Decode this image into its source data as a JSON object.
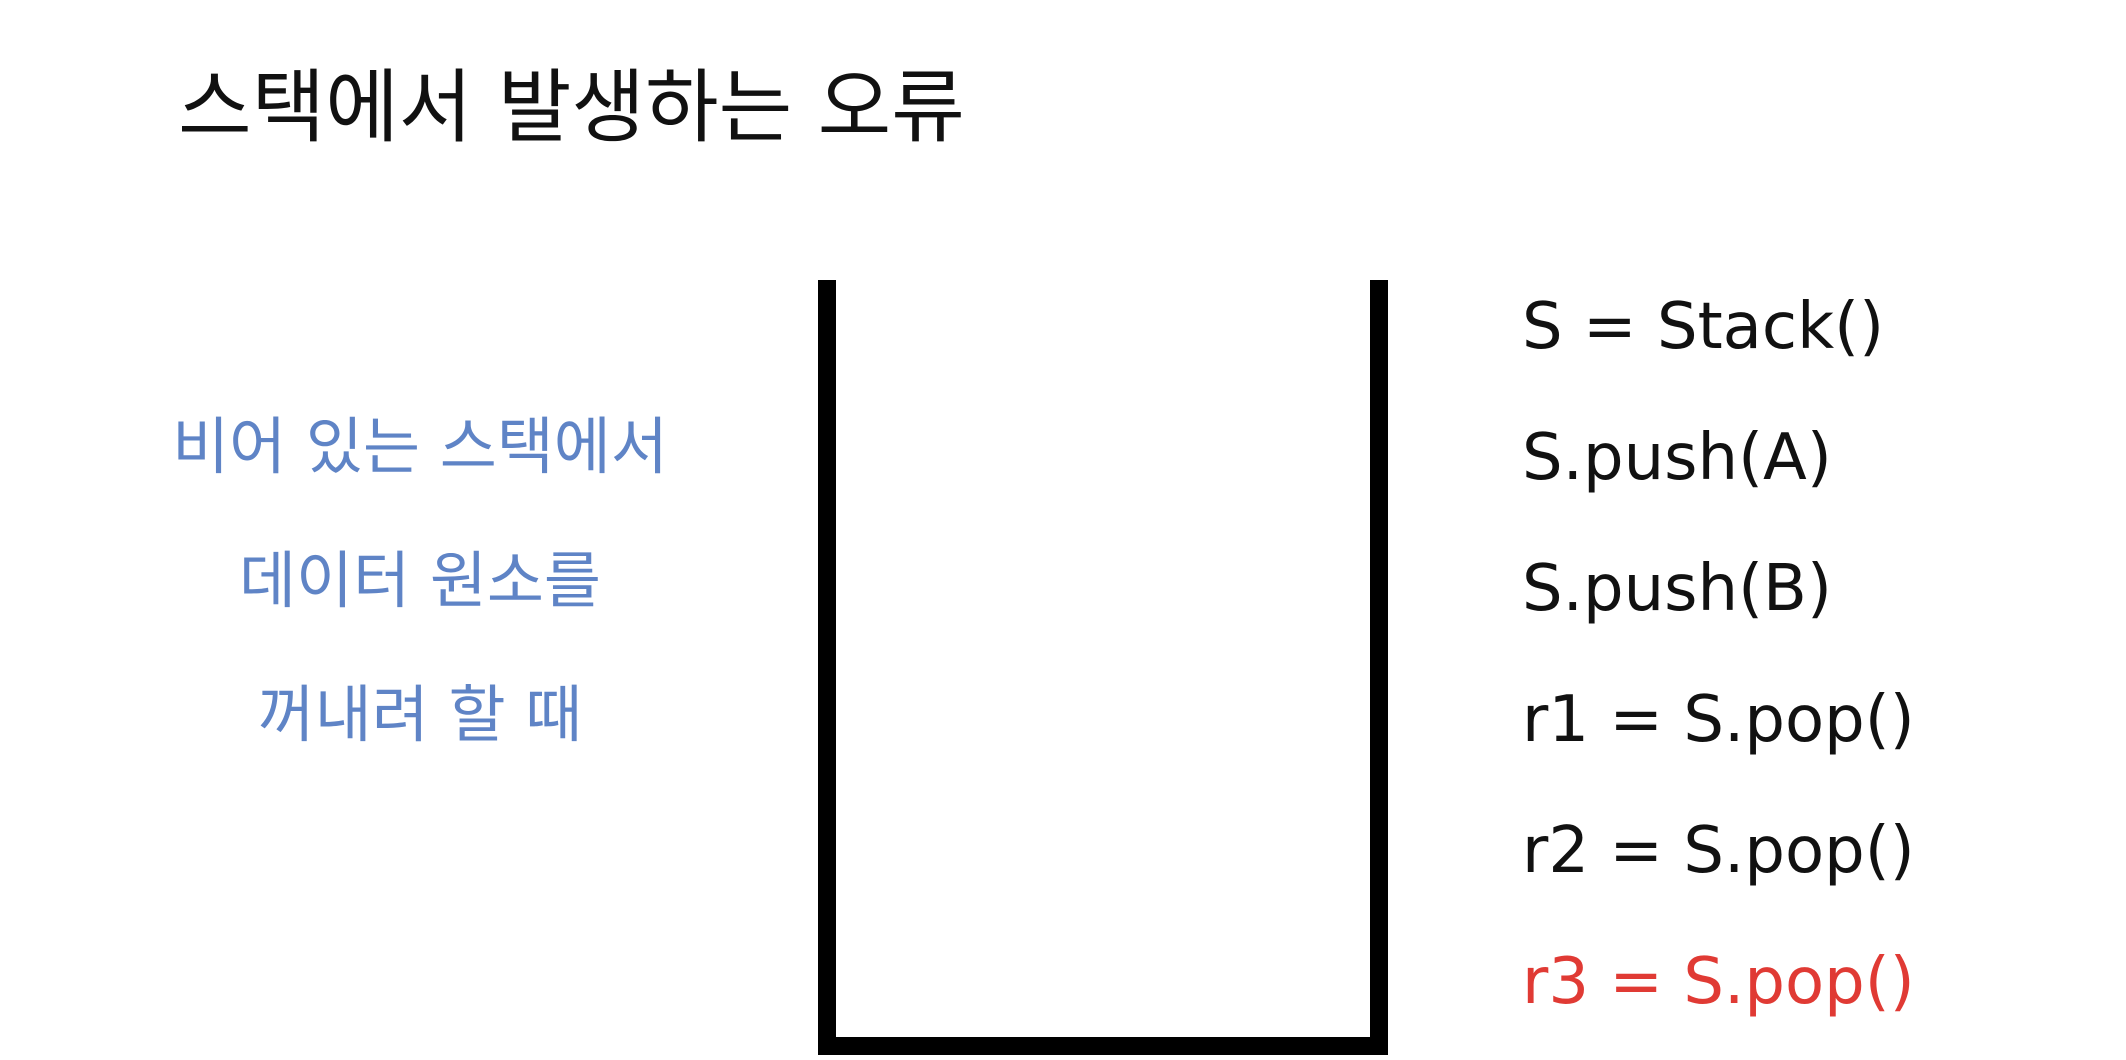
{
  "title": "스택에서 발생하는 오류",
  "description": {
    "lines": [
      "비어 있는 스택에서",
      "데이터 원소를",
      "꺼내려 할 때"
    ],
    "color": "#5f84c6"
  },
  "code": {
    "lines": [
      {
        "text": "S = Stack()",
        "status": "normal"
      },
      {
        "text": "S.push(A)",
        "status": "normal"
      },
      {
        "text": "S.push(B)",
        "status": "normal"
      },
      {
        "text": "r1 = S.pop()",
        "status": "normal"
      },
      {
        "text": "r2 = S.pop()",
        "status": "normal"
      },
      {
        "text": "r3 = S.pop()",
        "status": "error"
      }
    ],
    "error_color": "#e03a34"
  },
  "stack": {
    "elements": []
  }
}
